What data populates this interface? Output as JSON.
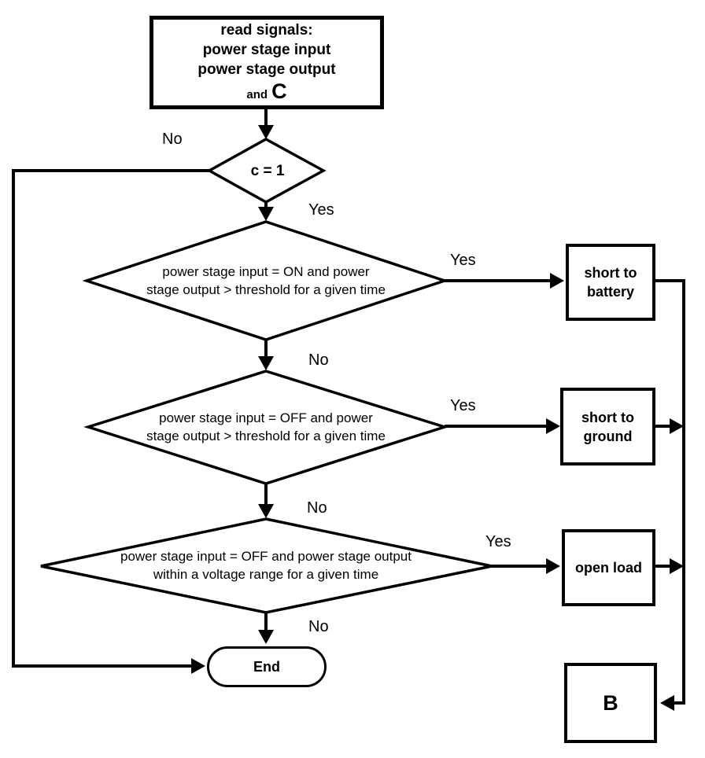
{
  "colors": {
    "line": "#000000",
    "background": "#ffffff",
    "text": "#000000"
  },
  "nodes": {
    "read_signals": {
      "line1": "read signals:",
      "line2": "power stage input",
      "line3": "power stage output",
      "line4_small": "and",
      "line4_big": "C"
    },
    "decision_c": {
      "label": "c = 1"
    },
    "decision_short_to_battery": {
      "line1": "power stage input = ON and power",
      "line2": "stage output > threshold for a given time"
    },
    "decision_short_to_ground": {
      "line1": "power stage input = OFF and power",
      "line2": "stage output > threshold for a given time"
    },
    "decision_open_load": {
      "line1": "power stage input = OFF and power stage output",
      "line2": "within a voltage range for a given time"
    },
    "short_to_battery": {
      "line1": "short to",
      "line2": "battery"
    },
    "short_to_ground": {
      "line1": "short to",
      "line2": "ground"
    },
    "open_load": {
      "label": "open load"
    },
    "end_terminator": {
      "label": "End"
    },
    "connector_b": {
      "label": "B"
    }
  },
  "edge_labels": {
    "c_no": "No",
    "c_yes": "Yes",
    "short_to_battery_yes": "Yes",
    "short_to_battery_no": "No",
    "short_to_ground_yes": "Yes",
    "short_to_ground_no": "No",
    "open_load_yes": "Yes",
    "open_load_no": "No"
  }
}
